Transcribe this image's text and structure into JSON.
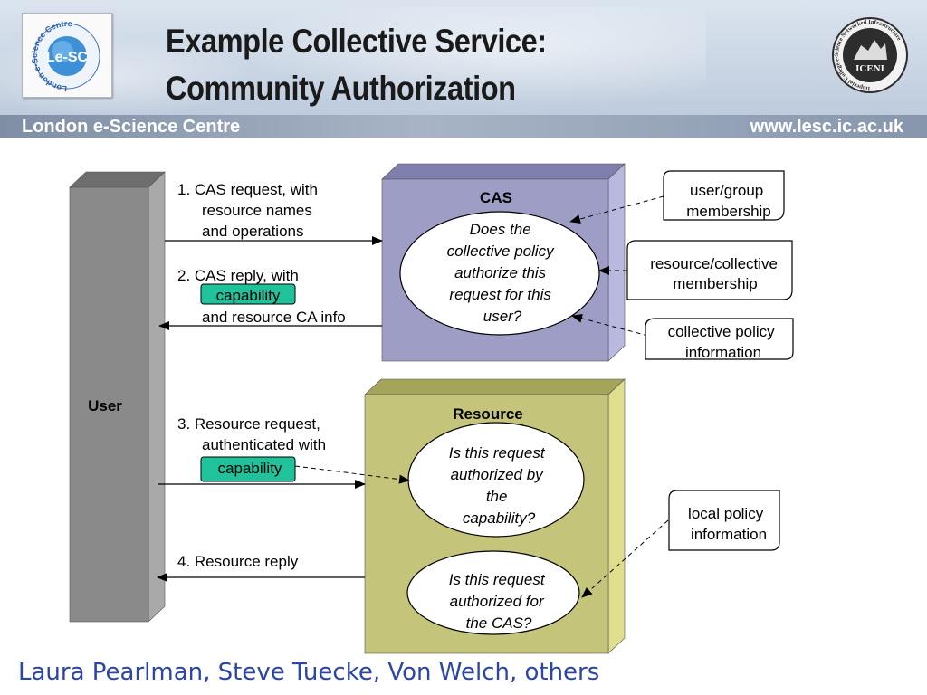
{
  "title": {
    "line1": "Example Collective Service:",
    "line2": "Community Authorization"
  },
  "header": {
    "org": "London e-Science Centre",
    "url": "www.lesc.ic.ac.uk",
    "logo_left_text": "London e-Science Centre",
    "logo_left_mark": "Le-SC",
    "logo_right_text": "ICENI",
    "logo_right_ring": "Imperial College e-Science Networked Infrastructure"
  },
  "diagram": {
    "user_label": "User",
    "cas_label": "CAS",
    "resource_label": "Resource",
    "steps": {
      "step1": [
        "1.  CAS request, with",
        "resource names",
        "and operations"
      ],
      "step2_line1": "2.  CAS reply, with",
      "step2_badge": "capability",
      "step2_line3": "and resource CA info",
      "step3": [
        "3.  Resource request,",
        "authenticated with"
      ],
      "step3_badge": "capability",
      "step4": "4.  Resource reply"
    },
    "questions": {
      "cas": [
        "Does the",
        "collective policy",
        "authorize this",
        "request for this",
        "user?"
      ],
      "capability": [
        "Is this request",
        "authorized by",
        "the",
        "capability?"
      ],
      "for_cas": [
        "Is this request",
        "authorized for",
        "the CAS?"
      ]
    },
    "sources": {
      "user_group": [
        "user/group",
        "membership"
      ],
      "resource_collective": [
        "resource/collective",
        "membership"
      ],
      "collective_policy": [
        "collective policy",
        "information"
      ],
      "local_policy": [
        "local policy",
        "information"
      ]
    },
    "colors": {
      "user_front": "#8a8a8a",
      "user_side": "#a9a9a9",
      "user_top": "#6e6e6e",
      "cas_front": "#9d9dc6",
      "cas_side": "#b9b9e0",
      "cas_top": "#7f7fae",
      "resource_front": "#c4c47a",
      "resource_side": "#dede8c",
      "resource_top": "#a5a55a",
      "badge": "#1fc29a"
    }
  },
  "footer": {
    "authors": "Laura Pearlman, Steve Tuecke, Von Welch, others"
  }
}
